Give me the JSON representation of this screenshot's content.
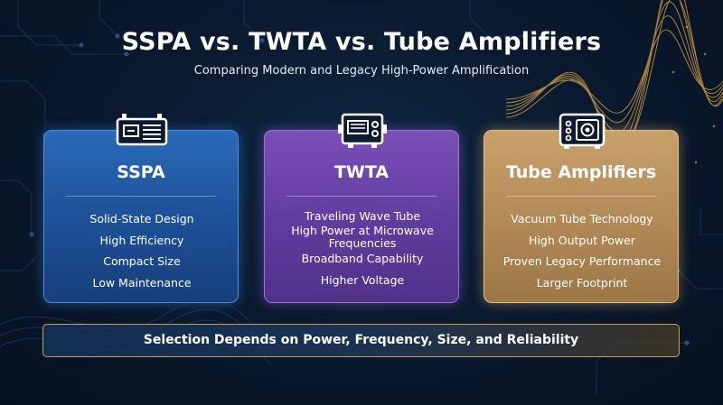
{
  "header": {
    "title": "SSPA vs. TWTA vs. Tube Amplifiers",
    "subtitle": "Comparing Modern and Legacy High-Power Amplification"
  },
  "cards": [
    {
      "title": "SSPA",
      "icon": "solid-state-amplifier-icon",
      "color": "#2a6ab8",
      "features": [
        "Solid-State Design",
        "High Efficiency",
        "Compact Size",
        "Low Maintenance"
      ]
    },
    {
      "title": "TWTA",
      "icon": "traveling-wave-tube-icon",
      "color": "#7a4fb8",
      "features": [
        "Traveling Wave Tube",
        "High Power at Microwave Frequencies",
        "Broadband Capability",
        "Higher Voltage"
      ]
    },
    {
      "title": "Tube Amplifiers",
      "icon": "tube-amplifier-icon",
      "color": "#c7a06b",
      "features": [
        "Vacuum Tube Technology",
        "High Output Power",
        "Proven Legacy Performance",
        "Larger Footprint"
      ]
    }
  ],
  "footer": {
    "text": "Selection Depends on Power, Frequency, Size, and Reliability"
  }
}
